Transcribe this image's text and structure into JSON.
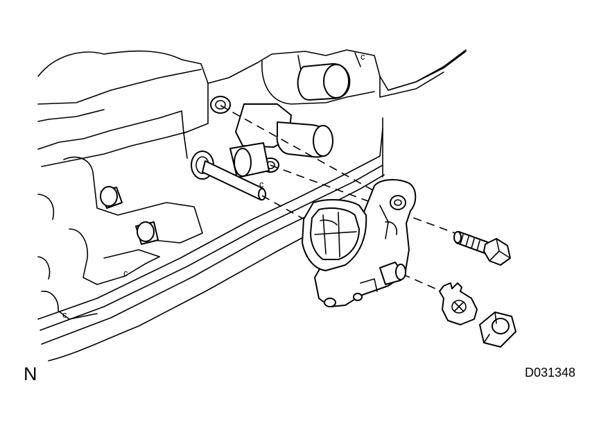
{
  "view_letter": "N",
  "figure_code": "D031348",
  "callout_letter": "c"
}
